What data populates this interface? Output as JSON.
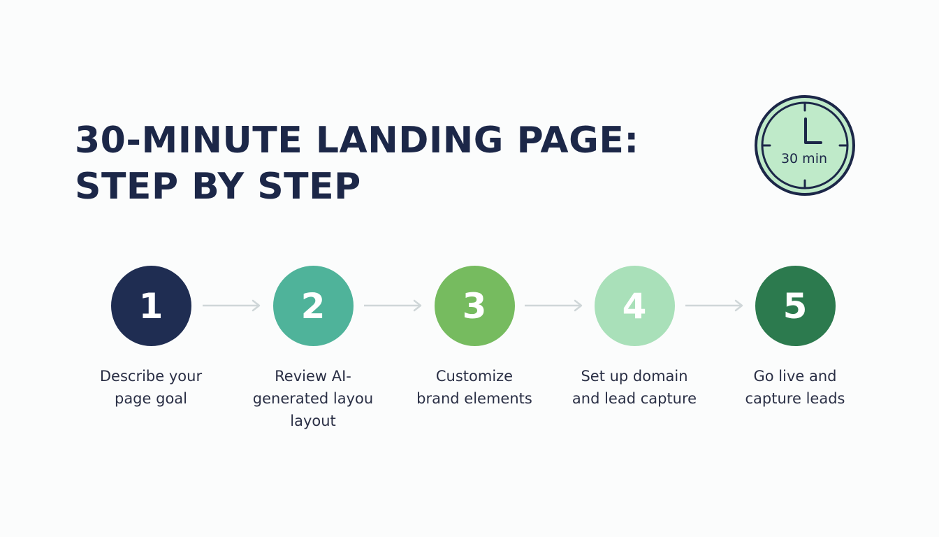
{
  "title": {
    "line1": "30-MINUTE LANDING PAGE:",
    "line2": "STEP BY STEP"
  },
  "clock": {
    "label": "30 min",
    "face_color": "#bfeac9",
    "ring_color": "#1c2748"
  },
  "steps": [
    {
      "number": "1",
      "lines": [
        "Describe your",
        "page goal"
      ],
      "color": "#1f2d52"
    },
    {
      "number": "2",
      "lines": [
        "Review AI-",
        "generated layou",
        "layout"
      ],
      "color": "#4fb39a"
    },
    {
      "number": "3",
      "lines": [
        "Customize",
        "brand elements"
      ],
      "color": "#76bb5f"
    },
    {
      "number": "4",
      "lines": [
        "Set up domain",
        "and lead capture"
      ],
      "color": "#a9e0b9"
    },
    {
      "number": "5",
      "lines": [
        "Go live and",
        "capture leads"
      ],
      "color": "#2c7a4e"
    }
  ]
}
